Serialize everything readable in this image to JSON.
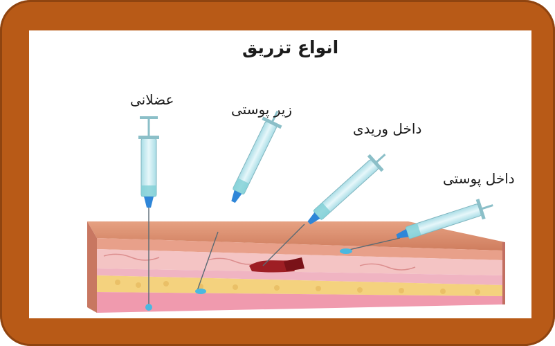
{
  "title": "انواع تزریق",
  "labels": {
    "intramuscular": "عضلانی",
    "subcutaneous": "زیر پوستی",
    "intravenous": "داخل وریدی",
    "intradermal": "داخل پوستی"
  },
  "colors": {
    "frame": "#b85a17",
    "syringe_barrel": "#bfe8ee",
    "needle_tip": "#2f86d8",
    "epidermis": "#d98e72",
    "dermis": "#f2b9b4",
    "fat": "#f3d07a",
    "muscle": "#f0a8b6",
    "vein": "#9e1e24"
  },
  "icons": [
    "syringe-icon",
    "skin-cross-section-illustration",
    "vein-icon"
  ]
}
